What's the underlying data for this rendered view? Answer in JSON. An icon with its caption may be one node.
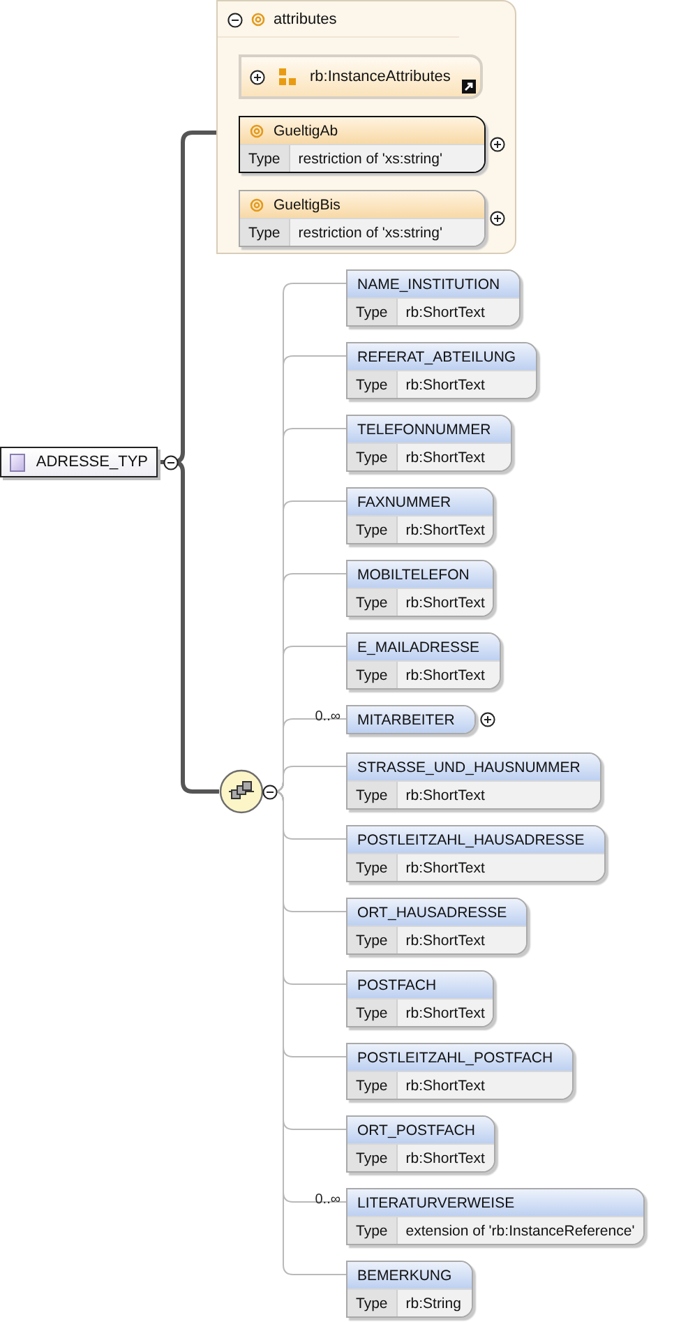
{
  "diagram": {
    "nodes": [
      {
        "text": [
          "ADRESSE_TYP"
        ]
      },
      {
        "text": [
          "attributes"
        ]
      },
      {
        "text": [
          "rb:InstanceAttributes"
        ],
        "in": 1
      },
      {
        "text": [
          "GueltigAb",
          "Type",
          "restriction of 'xs:string'"
        ],
        "in": 1
      },
      {
        "text": [
          "GueltigBis",
          "Type",
          "restriction of 'xs:string'"
        ],
        "in": 1
      },
      {
        "text": [],
        "shape": "circle"
      },
      {
        "text": [
          "NAME_INSTITUTION",
          "Type",
          "rb:ShortText"
        ]
      },
      {
        "text": [
          "REFERAT_ABTEILUNG",
          "Type",
          "rb:ShortText"
        ]
      },
      {
        "text": [
          "TELEFONNUMMER",
          "Type",
          "rb:ShortText"
        ]
      },
      {
        "text": [
          "FAXNUMMER",
          "Type",
          "rb:ShortText"
        ]
      },
      {
        "text": [
          "MOBILTELEFON",
          "Type",
          "rb:ShortText"
        ]
      },
      {
        "text": [
          "E_MAILADRESSE",
          "Type",
          "rb:ShortText"
        ]
      },
      {
        "text": [
          "MITARBEITER"
        ],
        "beside": [
          "0..∞"
        ]
      },
      {
        "text": [
          "STRASSE_UND_HAUSNUMMER",
          "Type",
          "rb:ShortText"
        ]
      },
      {
        "text": [
          "POSTLEITZAHL_HAUSADRESSE",
          "Type",
          "rb:ShortText"
        ]
      },
      {
        "text": [
          "ORT_HAUSADRESSE",
          "Type",
          "rb:ShortText"
        ]
      },
      {
        "text": [
          "POSTFACH",
          "Type",
          "rb:ShortText"
        ]
      },
      {
        "text": [
          "POSTLEITZAHL_POSTFACH",
          "Type",
          "rb:ShortText"
        ]
      },
      {
        "text": [
          "ORT_POSTFACH",
          "Type",
          "rb:ShortText"
        ]
      },
      {
        "text": [
          "LITERATURVERWEISE",
          "Type",
          "extension of 'rb:InstanceReference'"
        ],
        "beside": [
          "0..∞"
        ]
      },
      {
        "text": [
          "BEMERKUNG",
          "Type",
          "rb:String"
        ]
      }
    ],
    "edges": [
      {
        "from": 0,
        "to": 1,
        "arrow": "none",
        "style": "thick",
        "color": "#555555"
      },
      {
        "from": 0,
        "to": 5,
        "arrow": "none",
        "style": "thick",
        "color": "#555555"
      },
      {
        "from": 5,
        "to": 6,
        "arrow": "none"
      },
      {
        "from": 5,
        "to": 7,
        "arrow": "none"
      },
      {
        "from": 5,
        "to": 8,
        "arrow": "none"
      },
      {
        "from": 5,
        "to": 9,
        "arrow": "none"
      },
      {
        "from": 5,
        "to": 10,
        "arrow": "none"
      },
      {
        "from": 5,
        "to": 11,
        "arrow": "none"
      },
      {
        "from": 5,
        "to": 12,
        "arrow": "none"
      },
      {
        "from": 5,
        "to": 13,
        "arrow": "none"
      },
      {
        "from": 5,
        "to": 14,
        "arrow": "none"
      },
      {
        "from": 5,
        "to": 15,
        "arrow": "none"
      },
      {
        "from": 5,
        "to": 16,
        "arrow": "none"
      },
      {
        "from": 5,
        "to": 17,
        "arrow": "none"
      },
      {
        "from": 5,
        "to": 18,
        "arrow": "none"
      },
      {
        "from": 5,
        "to": 19,
        "arrow": "none"
      },
      {
        "from": 5,
        "to": 20,
        "arrow": "none"
      }
    ]
  }
}
